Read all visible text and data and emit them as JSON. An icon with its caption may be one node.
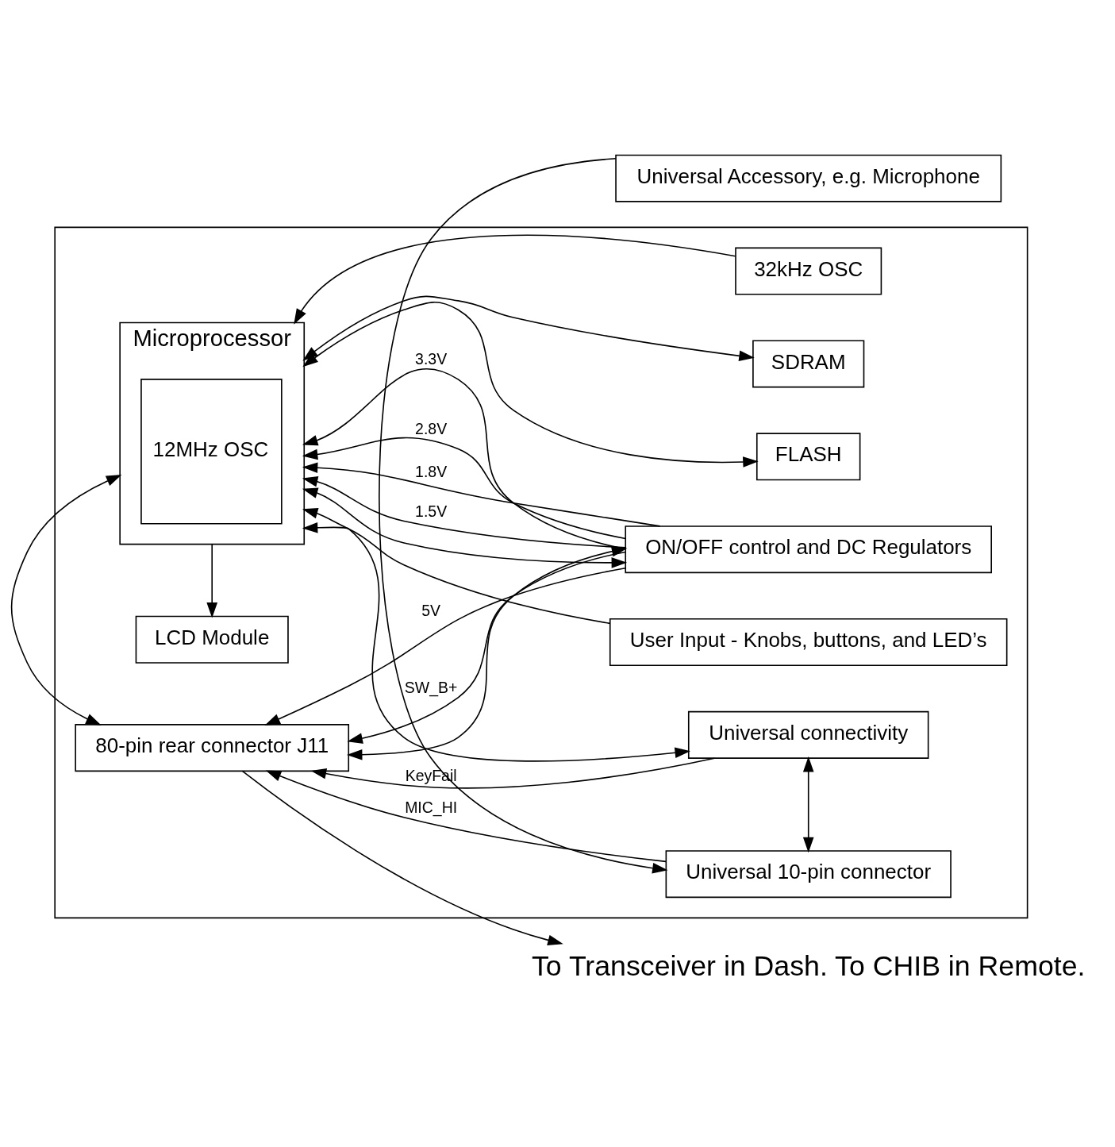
{
  "diagram": {
    "nodes": [
      {
        "text": [
          "To Transceiver in Dash. To CHIB in Remote."
        ]
      },
      {
        "text": [],
        "shape": "box"
      },
      {
        "text": [
          "80-pin rear connector J11"
        ],
        "in": 1
      },
      {
        "text": [
          "ON/OFF control and DC Regulators"
        ],
        "in": 1
      },
      {
        "text": [
          "Microprocessor"
        ],
        "in": 1
      },
      {
        "text": [
          "12MHz OSC"
        ],
        "in": 4
      },
      {
        "text": [
          "SDRAM"
        ],
        "in": 1
      },
      {
        "text": [
          "FLASH"
        ],
        "in": 1
      },
      {
        "text": [
          "32kHz OSC"
        ],
        "in": 1
      },
      {
        "text": [
          "Universal connectivity"
        ],
        "in": 1
      },
      {
        "text": [
          "Universal 10-pin connector"
        ],
        "in": 1
      },
      {
        "text": [
          "LCD Module"
        ],
        "in": 1
      },
      {
        "text": [
          "User Input - Knobs, buttons, and LED’s"
        ],
        "in": 1
      },
      {
        "text": [
          "Universal Accessory, e.g. Microphone"
        ]
      }
    ],
    "edges": [
      {
        "from": 2,
        "to": 0,
        "arrow": "to"
      },
      {
        "from": 10,
        "to": 2,
        "arrow": "to",
        "label": "MIC_HI"
      },
      {
        "from": 9,
        "to": 2,
        "arrow": "to",
        "label": "KeyFail"
      },
      {
        "from": 3,
        "to": 2,
        "arrow": "to",
        "label": "SW_B+"
      },
      {
        "from": 3,
        "to": 2,
        "arrow": "to",
        "label": "5V"
      },
      {
        "from": 2,
        "to": 4,
        "arrow": "both"
      },
      {
        "from": 2,
        "to": 3,
        "arrow": "both"
      },
      {
        "from": 3,
        "to": 4,
        "arrow": "to",
        "label": "3.3V"
      },
      {
        "from": 3,
        "to": 4,
        "arrow": "to",
        "label": "2.8V"
      },
      {
        "from": 3,
        "to": 4,
        "arrow": "to",
        "label": "1.8V"
      },
      {
        "from": 3,
        "to": 4,
        "arrow": "to",
        "label": "1.5V"
      },
      {
        "from": 3,
        "to": 4,
        "arrow": "both"
      },
      {
        "from": 4,
        "to": 6,
        "arrow": "both"
      },
      {
        "from": 4,
        "to": 7,
        "arrow": "both"
      },
      {
        "from": 8,
        "to": 4,
        "arrow": "to"
      },
      {
        "from": 9,
        "to": 4,
        "arrow": "both"
      },
      {
        "from": 9,
        "to": 10,
        "arrow": "both"
      },
      {
        "from": 4,
        "to": 11,
        "arrow": "to"
      },
      {
        "from": 12,
        "to": 4,
        "arrow": "to"
      },
      {
        "from": 13,
        "to": 10,
        "arrow": "to"
      }
    ]
  }
}
